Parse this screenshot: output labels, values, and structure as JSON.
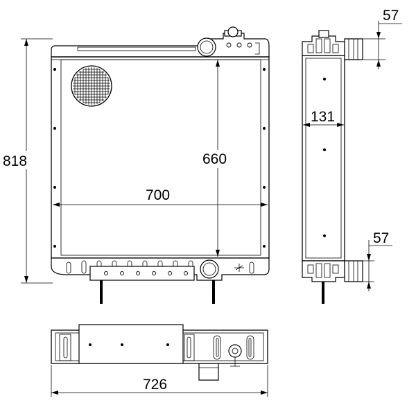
{
  "dimensions": {
    "overall_height": "818",
    "core_height": "660",
    "core_width": "700",
    "overall_width": "726",
    "depth": "131",
    "top_pipe_offset": "57",
    "bottom_pipe_offset": "57"
  }
}
